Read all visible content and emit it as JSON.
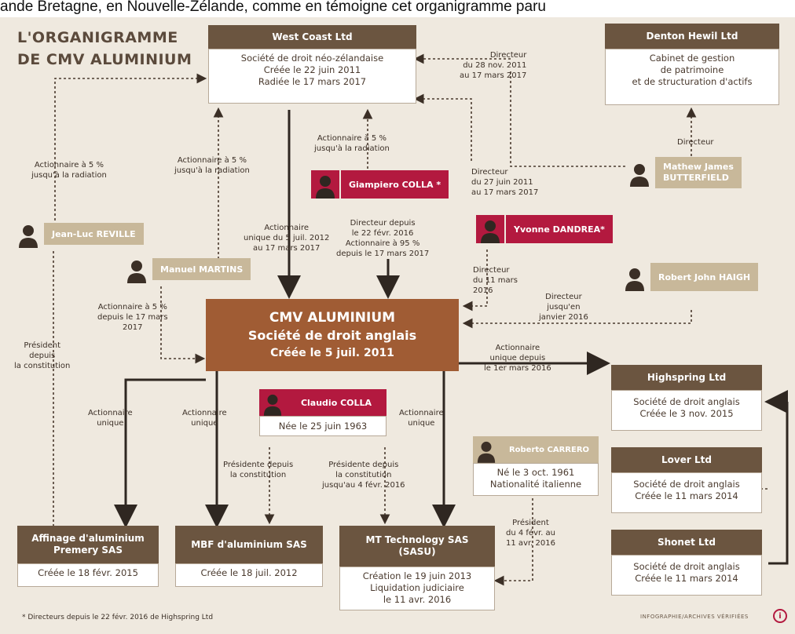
{
  "caption_text": "ande Bretagne, en Nouvelle-Zélande, comme en témoigne cet organigramme paru",
  "title": {
    "line1": "L'ORGANIGRAMME",
    "line2": "DE CMV ALUMINIUM"
  },
  "companies": {
    "west_coast": {
      "name": "West Coast Ltd",
      "line1": "Société de droit néo-zélandaise",
      "line2": "Créée le 22 juin 2011",
      "line3": "Radiée le 17 mars 2017"
    },
    "denton": {
      "name": "Denton Hewil Ltd",
      "line1": "Cabinet de gestion",
      "line2": "de patrimoine",
      "line3": "et de structuration d'actifs"
    },
    "highspring": {
      "name": "Highspring Ltd",
      "line1": "Société de droit anglais",
      "line2": "Créée le 3 nov. 2015"
    },
    "lover": {
      "name": "Lover Ltd",
      "line1": "Société de droit anglais",
      "line2": "Créée le 11 mars 2014"
    },
    "shonet": {
      "name": "Shonet Ltd",
      "line1": "Société de droit anglais",
      "line2": "Créée le 11 mars 2014"
    },
    "affinage": {
      "name_line1": "Affinage d'aluminium",
      "name_line2": "Premery SAS",
      "line1": "Créée le 18 févr. 2015"
    },
    "mbf": {
      "name": "MBF d'aluminium SAS",
      "line1": "Créée le 18 juil. 2012"
    },
    "mt_tech": {
      "name_line1": "MT Technology SAS",
      "name_line2": "(SASU)",
      "line1": "Création le 19 juin 2013",
      "line2": "Liquidation judiciaire",
      "line3": "le 11 avr. 2016"
    }
  },
  "main": {
    "line1": "CMV ALUMINIUM",
    "line2": "Société de droit anglais",
    "line3": "Créée le 5 juil. 2011"
  },
  "people": {
    "mathew": {
      "name_line1": "Mathew James",
      "name_line2": "BUTTERFIELD"
    },
    "giampiero": {
      "name": "Giampiero COLLA *"
    },
    "yvonne": {
      "name": "Yvonne DANDREA*"
    },
    "jean_luc": {
      "name": "Jean-Luc REVILLE"
    },
    "manuel": {
      "name": "Manuel MARTINS"
    },
    "robert_john": {
      "name": "Robert John HAIGH"
    },
    "claudio": {
      "name": "Claudio COLLA",
      "detail": "Née le 25 juin 1963"
    },
    "roberto": {
      "name": "Roberto CARRERO",
      "detail1": "Né le 3 oct. 1961",
      "detail2": "Nationalité italienne"
    }
  },
  "labels": {
    "directeur_28nov": [
      "Directeur",
      "du 28 nov. 2011",
      "au 17 mars 2017"
    ],
    "directeur_denton": [
      "Directeur"
    ],
    "actionnaire_5_radiation_mid": [
      "Actionnaire à 5 %",
      "jusqu'à la radiation"
    ],
    "directeur_27juin": [
      "Directeur",
      "du 27 juin 2011",
      "au 17 mars 2017"
    ],
    "actionnaire_5_left": [
      "Actionnaire à 5 %",
      "jusqu'à la radiation"
    ],
    "actionnaire_5_manuel": [
      "Actionnaire à 5 %",
      "jusqu'à la radiation"
    ],
    "actionnaire_unique_west": [
      "Actionnaire",
      "unique du 5 juil. 2012",
      "au 17 mars 2017"
    ],
    "directeur_depuis_22nov": [
      "Directeur depuis",
      "le 22 févr. 2016",
      "Actionnaire à 95 %",
      "depuis le 17 mars 2017"
    ],
    "directeur_yvonne": [
      "Directeur",
      "du 11 mars",
      "2016"
    ],
    "directeur_robert": [
      "Directeur",
      "jusqu'en",
      "janvier 2016"
    ],
    "actionnaire_manuel_5": [
      "Actionnaire à 5 %",
      "depuis le 17 mars",
      "2017"
    ],
    "president_jean_luc": [
      "Président",
      "depuis",
      "la constitution"
    ],
    "actionnaire_unique_highspring": [
      "Actionnaire",
      "unique depuis",
      "le 1er mars 2016"
    ],
    "actionnaire_unique_affinage": [
      "Actionnaire",
      "unique"
    ],
    "actionnaire_unique_mbf": [
      "Actionnaire",
      "unique"
    ],
    "actionnaire_unique_mt": [
      "Actionnaire",
      "unique"
    ],
    "presidente_mbf": [
      "Présidente depuis",
      "la constitution"
    ],
    "presidente_mt": [
      "Présidente depuis",
      "la constitution",
      "jusqu'au 4 févr. 2016"
    ],
    "president_roberto": [
      "Président",
      "du 4 févr. au",
      "11 avr. 2016"
    ]
  },
  "footnote": "* Directeurs depuis le 22 févr. 2016 de Highspring Ltd",
  "source": "INFOGRAPHIE/ARCHIVES VÉRIFIÉES"
}
